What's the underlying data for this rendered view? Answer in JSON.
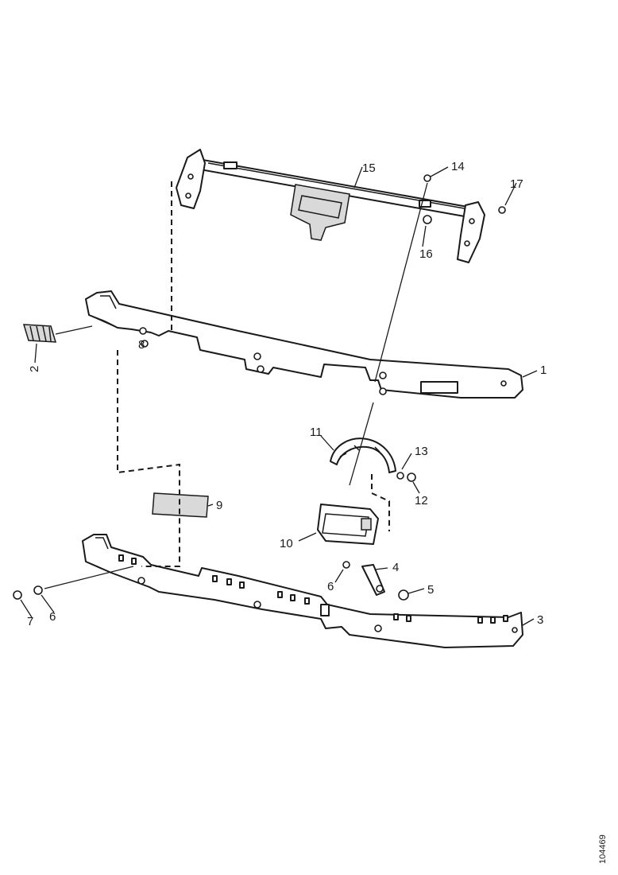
{
  "callouts": {
    "c1": "1",
    "c2": "2",
    "c3": "3",
    "c4": "4",
    "c5": "5",
    "c6a": "6",
    "c6b": "6",
    "c7": "7",
    "c8": "8",
    "c9": "9",
    "c10": "10",
    "c11": "11",
    "c12": "12",
    "c13": "13",
    "c14": "14",
    "c15": "15",
    "c16": "16",
    "c17": "17"
  },
  "drawing_id": "104469"
}
